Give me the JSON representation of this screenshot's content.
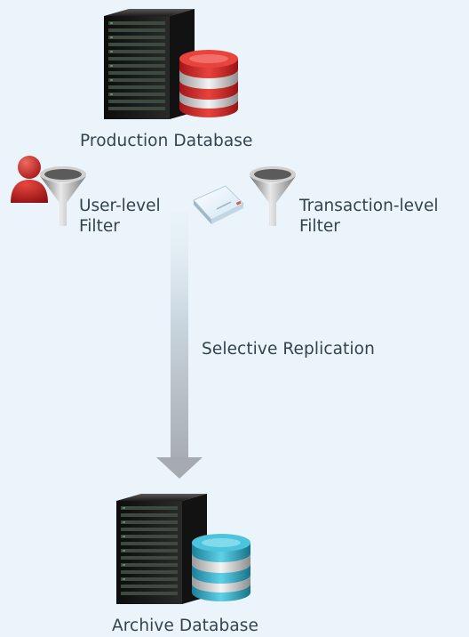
{
  "diagram": {
    "production_db_label": "Production Database",
    "user_filter_label": "User-level\nFilter",
    "transaction_filter_label": "Transaction-level\nFilter",
    "replication_label": "Selective Replication",
    "archive_db_label": "Archive Database"
  },
  "colors": {
    "background": "#ebf4fa",
    "production_db_accent": "#d9322f",
    "archive_db_accent": "#3fb6cf",
    "user_icon": "#c8241f",
    "arrow": "#a9b0b5"
  },
  "icons": {
    "production_server": "server-rack-icon",
    "production_db": "database-cylinder-icon",
    "user": "user-icon",
    "user_filter": "funnel-icon",
    "transaction": "transaction-device-icon",
    "transaction_filter": "funnel-icon",
    "archive_server": "server-rack-icon",
    "archive_db": "database-cylinder-icon"
  }
}
